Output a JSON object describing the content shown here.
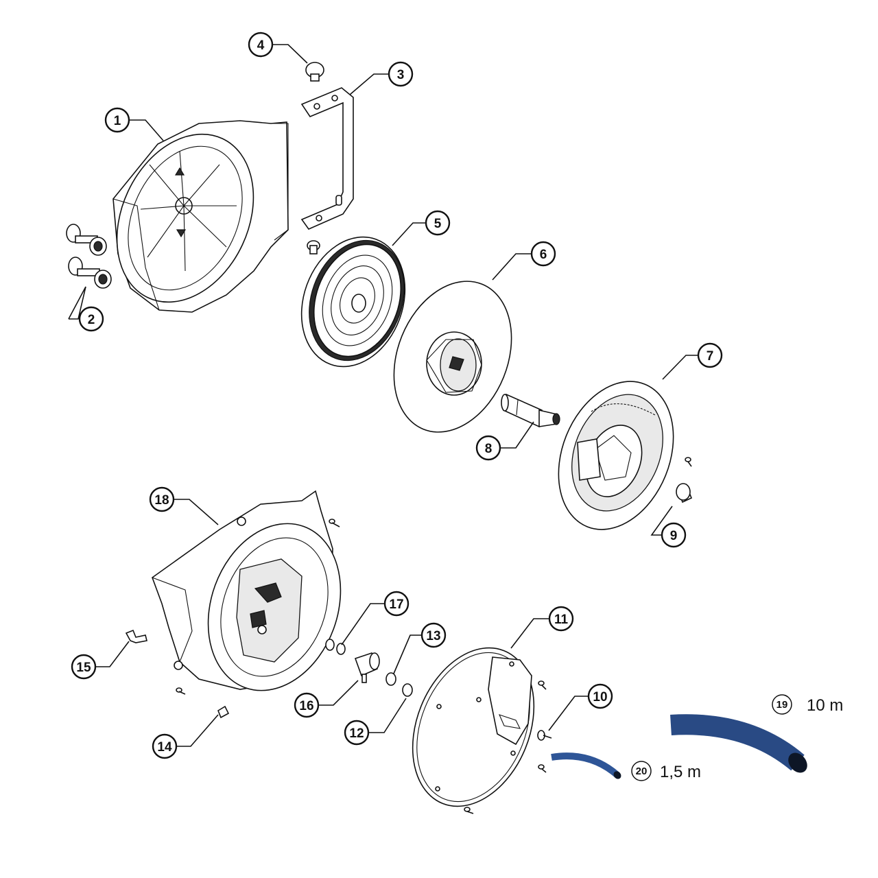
{
  "callouts": [
    {
      "id": "1"
    },
    {
      "id": "2"
    },
    {
      "id": "3"
    },
    {
      "id": "4"
    },
    {
      "id": "5"
    },
    {
      "id": "6"
    },
    {
      "id": "7"
    },
    {
      "id": "8"
    },
    {
      "id": "9"
    },
    {
      "id": "10"
    },
    {
      "id": "11"
    },
    {
      "id": "12"
    },
    {
      "id": "13"
    },
    {
      "id": "14"
    },
    {
      "id": "15"
    },
    {
      "id": "16"
    },
    {
      "id": "17"
    },
    {
      "id": "18"
    }
  ],
  "hoses": {
    "hose_19": {
      "number": "19",
      "length": "10 m",
      "color": "#2e5597"
    },
    "hose_20": {
      "number": "20",
      "length": "1,5 m",
      "color": "#2e5597"
    }
  },
  "colors": {
    "line": "#111111",
    "hose": "#2e5597"
  }
}
